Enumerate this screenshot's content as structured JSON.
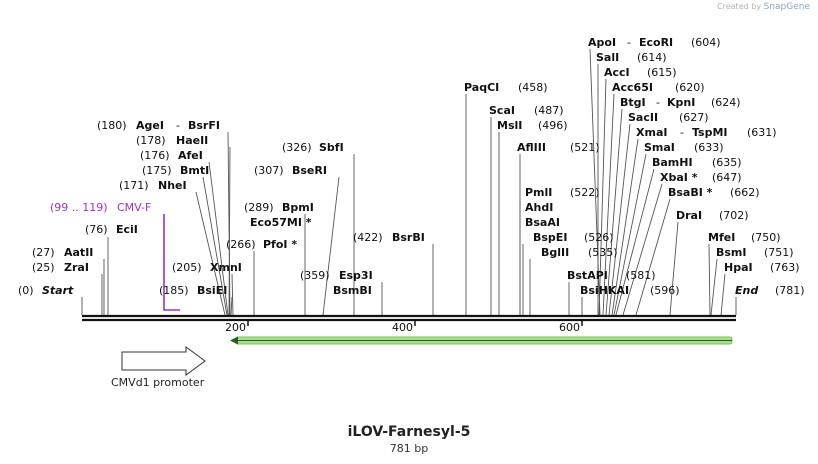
{
  "credit": {
    "prefix": "Created by",
    "brand": "SnapGene"
  },
  "map": {
    "name": "iLOV-Farnesyl-5",
    "length_label": "781 bp",
    "start_label": "Start",
    "start_pos": "(0)",
    "end_label": "End",
    "end_pos": "(781)",
    "ruler_ticks": [
      "200",
      "400",
      "600"
    ],
    "primer": {
      "name": "CMV-F",
      "pos": "(99 .. 119)",
      "color": "#9b30d0"
    },
    "feature": {
      "name": "CMVd1 promoter"
    },
    "orf_color": "#a8e08a",
    "sites": [
      {
        "name": "AatII",
        "pos": "(27)"
      },
      {
        "name": "ZraI",
        "pos": "(25)"
      },
      {
        "name": "EciI",
        "pos": "(76)"
      },
      {
        "name": "AgeI",
        "pos": "(180)"
      },
      {
        "name": "BsrFI",
        "pos": ""
      },
      {
        "name": "HaeII",
        "pos": "(178)"
      },
      {
        "name": "AfeI",
        "pos": "(176)"
      },
      {
        "name": "BmtI",
        "pos": "(175)"
      },
      {
        "name": "NheI",
        "pos": "(171)"
      },
      {
        "name": "XmnI",
        "pos": "(205)"
      },
      {
        "name": "BsiEI",
        "pos": "(185)"
      },
      {
        "name": "PfoI *",
        "pos": "(266)"
      },
      {
        "name": "BpmI",
        "pos": "(289)"
      },
      {
        "name": "Eco57MI *",
        "pos": ""
      },
      {
        "name": "BseRI",
        "pos": "(307)"
      },
      {
        "name": "SbfI",
        "pos": "(326)"
      },
      {
        "name": "Esp3I",
        "pos": "(359)"
      },
      {
        "name": "BsmBI",
        "pos": ""
      },
      {
        "name": "BsrBI",
        "pos": "(422)"
      },
      {
        "name": "PaqCI",
        "pos": "(458)"
      },
      {
        "name": "ScaI",
        "pos": "(487)"
      },
      {
        "name": "MslI",
        "pos": "(496)"
      },
      {
        "name": "AflIII",
        "pos": "(521)"
      },
      {
        "name": "PmlI",
        "pos": "(522)"
      },
      {
        "name": "AhdI",
        "pos": ""
      },
      {
        "name": "BsaAI",
        "pos": ""
      },
      {
        "name": "BspEI",
        "pos": "(526)"
      },
      {
        "name": "BglII",
        "pos": "(535)"
      },
      {
        "name": "BstAPI",
        "pos": "(581)"
      },
      {
        "name": "BsiHKAI",
        "pos": "(596)"
      },
      {
        "name": "ApoI",
        "pos": "(604)"
      },
      {
        "name": "EcoRI",
        "pos": ""
      },
      {
        "name": "SalI",
        "pos": "(614)"
      },
      {
        "name": "AccI",
        "pos": "(615)"
      },
      {
        "name": "Acc65I",
        "pos": "(620)"
      },
      {
        "name": "BtgI",
        "pos": "(624)"
      },
      {
        "name": "KpnI",
        "pos": ""
      },
      {
        "name": "SacII",
        "pos": "(627)"
      },
      {
        "name": "XmaI",
        "pos": "(631)"
      },
      {
        "name": "TspMI",
        "pos": ""
      },
      {
        "name": "SmaI",
        "pos": "(633)"
      },
      {
        "name": "BamHI",
        "pos": "(635)"
      },
      {
        "name": "XbaI *",
        "pos": "(647)"
      },
      {
        "name": "BsaBI *",
        "pos": "(662)"
      },
      {
        "name": "DraI",
        "pos": "(702)"
      },
      {
        "name": "MfeI",
        "pos": "(750)"
      },
      {
        "name": "BsmI",
        "pos": "(751)"
      },
      {
        "name": "HpaI",
        "pos": "(763)"
      }
    ]
  }
}
